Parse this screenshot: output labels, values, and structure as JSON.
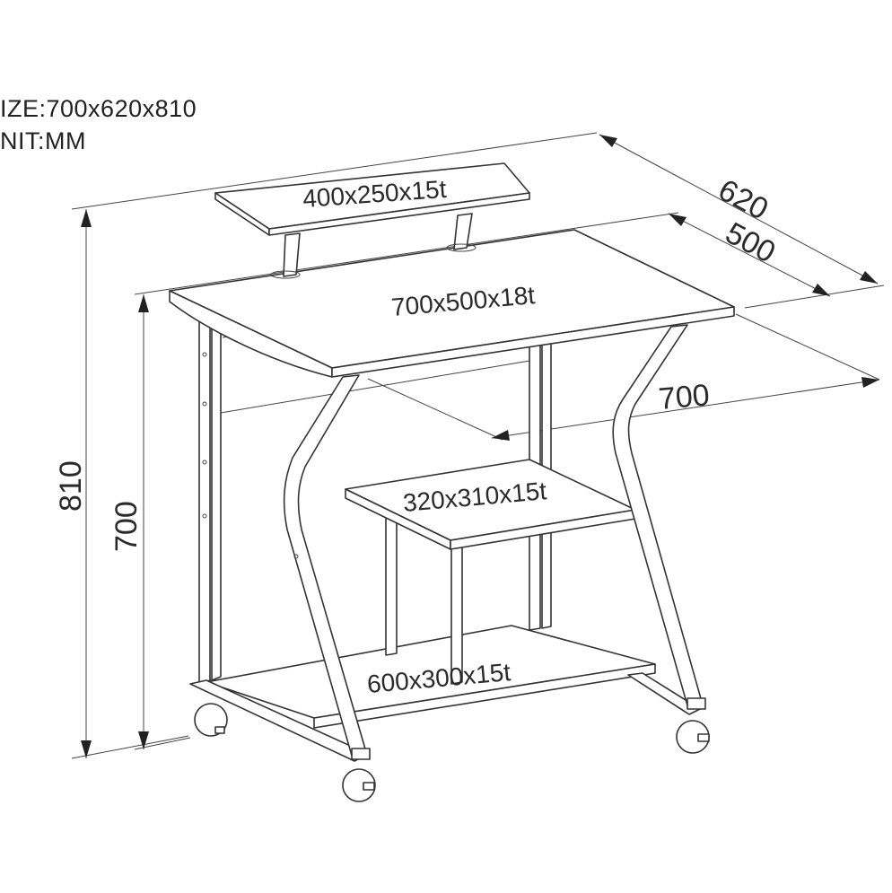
{
  "spec": {
    "size": "IZE:700x620x810",
    "unit": "NIT:MM"
  },
  "parts": {
    "monitor_shelf": "400x250x15t",
    "desktop": "700x500x18t",
    "keyboard_shelf": "320x310x15t",
    "bottom_shelf": "600x300x15t"
  },
  "dimensions": {
    "depth_total": "620",
    "depth_top": "500",
    "width": "700",
    "height_total": "810",
    "height_desk": "700"
  }
}
